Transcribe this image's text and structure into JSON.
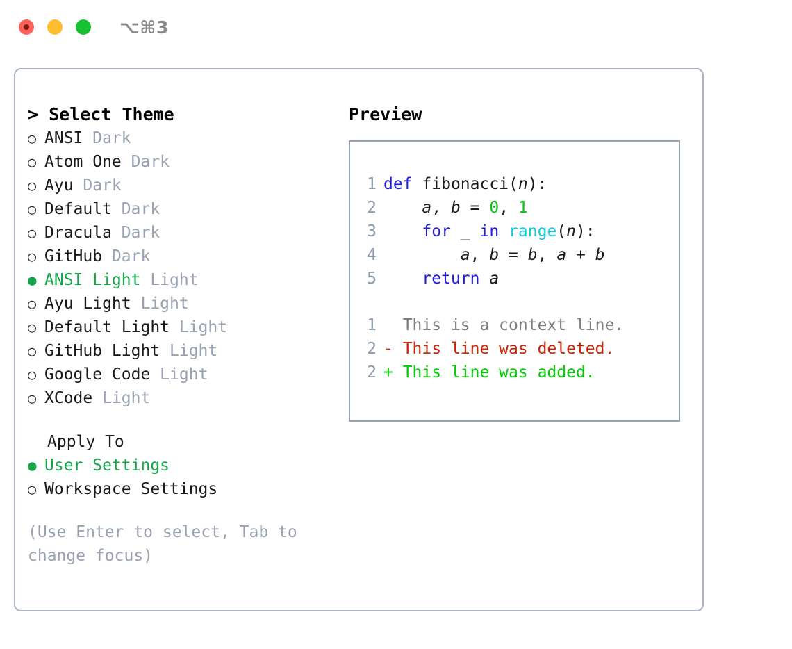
{
  "window": {
    "shortcut_label": "⌥⌘3",
    "traffic_lights": [
      "close",
      "minimize",
      "maximize"
    ]
  },
  "theme_picker": {
    "heading": "> Select Theme",
    "themes": [
      {
        "bullet": "○",
        "name": "ANSI",
        "kind": " Dark",
        "selected": false
      },
      {
        "bullet": "○",
        "name": "Atom One",
        "kind": " Dark",
        "selected": false
      },
      {
        "bullet": "○",
        "name": "Ayu",
        "kind": " Dark",
        "selected": false
      },
      {
        "bullet": "○",
        "name": "Default",
        "kind": " Dark",
        "selected": false
      },
      {
        "bullet": "○",
        "name": "Dracula",
        "kind": " Dark",
        "selected": false
      },
      {
        "bullet": "○",
        "name": "GitHub",
        "kind": " Dark",
        "selected": false
      },
      {
        "bullet": "●",
        "name": "ANSI Light",
        "kind": " Light",
        "selected": true
      },
      {
        "bullet": "○",
        "name": "Ayu Light",
        "kind": " Light",
        "selected": false
      },
      {
        "bullet": "○",
        "name": "Default Light",
        "kind": " Light",
        "selected": false
      },
      {
        "bullet": "○",
        "name": "GitHub Light",
        "kind": " Light",
        "selected": false
      },
      {
        "bullet": "○",
        "name": "Google Code",
        "kind": " Light",
        "selected": false
      },
      {
        "bullet": "○",
        "name": "XCode",
        "kind": " Light",
        "selected": false
      }
    ]
  },
  "apply_to": {
    "title": "Apply To",
    "options": [
      {
        "bullet": "●",
        "label": "User Settings",
        "selected": true
      },
      {
        "bullet": "○",
        "label": "Workspace Settings",
        "selected": false
      }
    ]
  },
  "hint": "(Use Enter to select, Tab to change focus)",
  "preview": {
    "title": "Preview",
    "code_lines": [
      {
        "no": "1",
        "tokens": [
          {
            "t": "def",
            "c": "kw"
          },
          {
            "t": " ",
            "c": "plain"
          },
          {
            "t": "fibonacci",
            "c": "fn"
          },
          {
            "t": "(",
            "c": "plain"
          },
          {
            "t": "n",
            "c": "var"
          },
          {
            "t": "):",
            "c": "plain"
          }
        ]
      },
      {
        "no": "2",
        "tokens": [
          {
            "t": "    ",
            "c": "plain"
          },
          {
            "t": "a",
            "c": "var"
          },
          {
            "t": ", ",
            "c": "plain"
          },
          {
            "t": "b",
            "c": "var"
          },
          {
            "t": " = ",
            "c": "plain"
          },
          {
            "t": "0",
            "c": "num"
          },
          {
            "t": ", ",
            "c": "plain"
          },
          {
            "t": "1",
            "c": "num"
          }
        ]
      },
      {
        "no": "3",
        "tokens": [
          {
            "t": "    ",
            "c": "plain"
          },
          {
            "t": "for",
            "c": "kw"
          },
          {
            "t": " _ ",
            "c": "plain"
          },
          {
            "t": "in",
            "c": "kw"
          },
          {
            "t": " ",
            "c": "plain"
          },
          {
            "t": "range",
            "c": "bi"
          },
          {
            "t": "(",
            "c": "plain"
          },
          {
            "t": "n",
            "c": "var"
          },
          {
            "t": "):",
            "c": "plain"
          }
        ]
      },
      {
        "no": "4",
        "tokens": [
          {
            "t": "        ",
            "c": "plain"
          },
          {
            "t": "a",
            "c": "var"
          },
          {
            "t": ", ",
            "c": "plain"
          },
          {
            "t": "b",
            "c": "var"
          },
          {
            "t": " = ",
            "c": "plain"
          },
          {
            "t": "b",
            "c": "var"
          },
          {
            "t": ", ",
            "c": "plain"
          },
          {
            "t": "a",
            "c": "var"
          },
          {
            "t": " + ",
            "c": "plain"
          },
          {
            "t": "b",
            "c": "var"
          }
        ]
      },
      {
        "no": "5",
        "tokens": [
          {
            "t": "    ",
            "c": "plain"
          },
          {
            "t": "return",
            "c": "kw"
          },
          {
            "t": " ",
            "c": "plain"
          },
          {
            "t": "a",
            "c": "var"
          }
        ]
      }
    ],
    "diff_lines": [
      {
        "no": "1",
        "marker": "  ",
        "text": "This is a context line.",
        "style": "diff-ctx"
      },
      {
        "no": "2",
        "marker": "- ",
        "text": "This line was deleted.",
        "style": "diff-del"
      },
      {
        "no": "2",
        "marker": "+ ",
        "text": "This line was added.",
        "style": "diff-add"
      }
    ]
  },
  "colors": {
    "accent_green": "#17a54a",
    "muted_gray": "#98a2b3",
    "panel_border": "#a9b3c1",
    "preview_border": "#96a3b3",
    "keyword_blue": "#1f1fe0",
    "builtin_cyan": "#13cde0",
    "number_green": "#0bbf15",
    "diff_delete_red": "#cc2200",
    "diff_add_green": "#00cc00",
    "traffic_close": "#ff6058",
    "traffic_min": "#ffbd2e",
    "traffic_max": "#18c132"
  }
}
